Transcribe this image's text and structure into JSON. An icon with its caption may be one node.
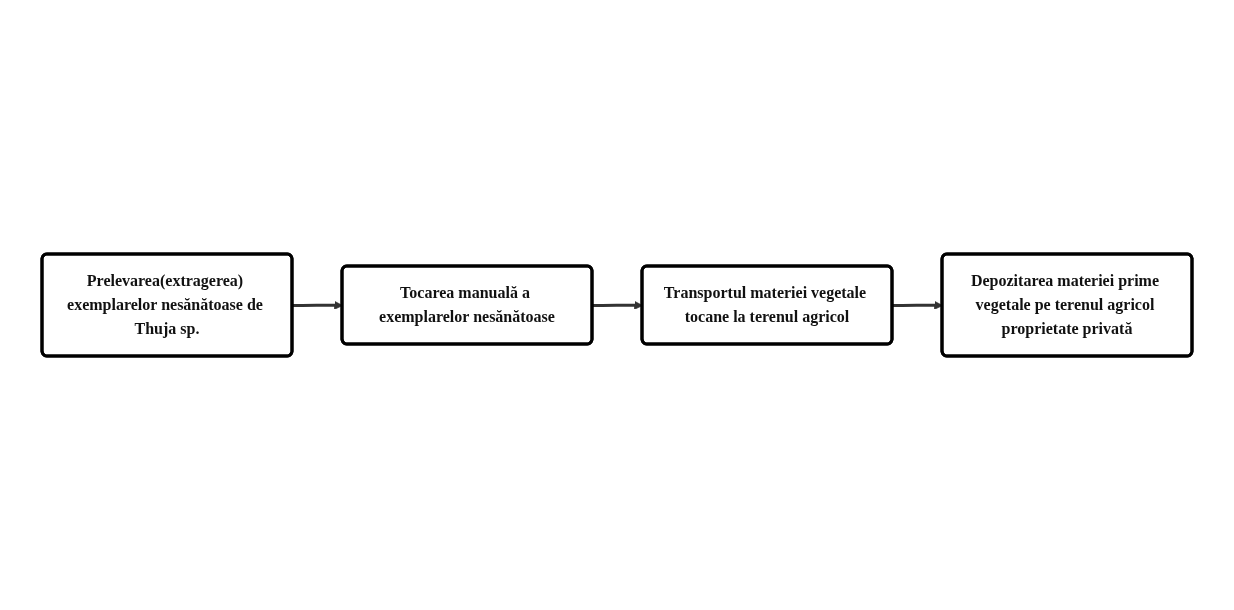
{
  "diagram": {
    "nodes": [
      {
        "text": [
          "Prelevarea(extragerea) exemplarelor nesănătoase de Thuja sp."
        ]
      },
      {
        "text": [
          "Tocarea manuală a exemplarelor nesănătoase"
        ]
      },
      {
        "text": [
          "Transportul materiei vegetale tocane la terenul agricol"
        ]
      },
      {
        "text": [
          "Depozitarea materiei prime vegetale pe terenul agricol proprietate privată"
        ]
      }
    ],
    "edges": [
      {
        "from": 0,
        "to": 1,
        "arrow": "to"
      },
      {
        "from": 1,
        "to": 2,
        "arrow": "to"
      },
      {
        "from": 2,
        "to": 3,
        "arrow": "to"
      }
    ]
  }
}
